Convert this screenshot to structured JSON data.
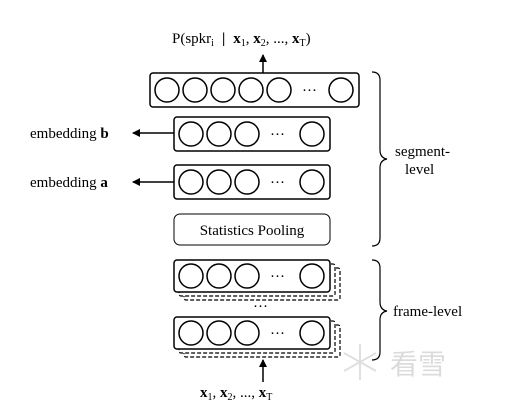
{
  "output": {
    "prefix": "P(spkr",
    "prefix_sub": "i",
    "sep": "|",
    "terms": [
      {
        "letter": "x",
        "sub": "1"
      },
      {
        "letter": "x",
        "sub": "2"
      },
      {
        "letter": "...",
        "sub": ""
      },
      {
        "letter": "x",
        "sub": "T"
      }
    ],
    "suffix": ")"
  },
  "input": {
    "terms": [
      {
        "letter": "x",
        "sub": "1"
      },
      {
        "letter": "x",
        "sub": "2"
      },
      {
        "letter": "...",
        "sub": ""
      },
      {
        "letter": "x",
        "sub": "T"
      }
    ]
  },
  "embeddings": {
    "b": {
      "text": "embedding ",
      "letter": "b"
    },
    "a": {
      "text": "embedding ",
      "letter": "a"
    }
  },
  "pooling_label": "Statistics Pooling",
  "segment_label": {
    "line1": "segment-",
    "line2": "level"
  },
  "frame_label": "frame-level",
  "ellipsis": "···",
  "vertical_dots": "···",
  "watermark": "看雪"
}
